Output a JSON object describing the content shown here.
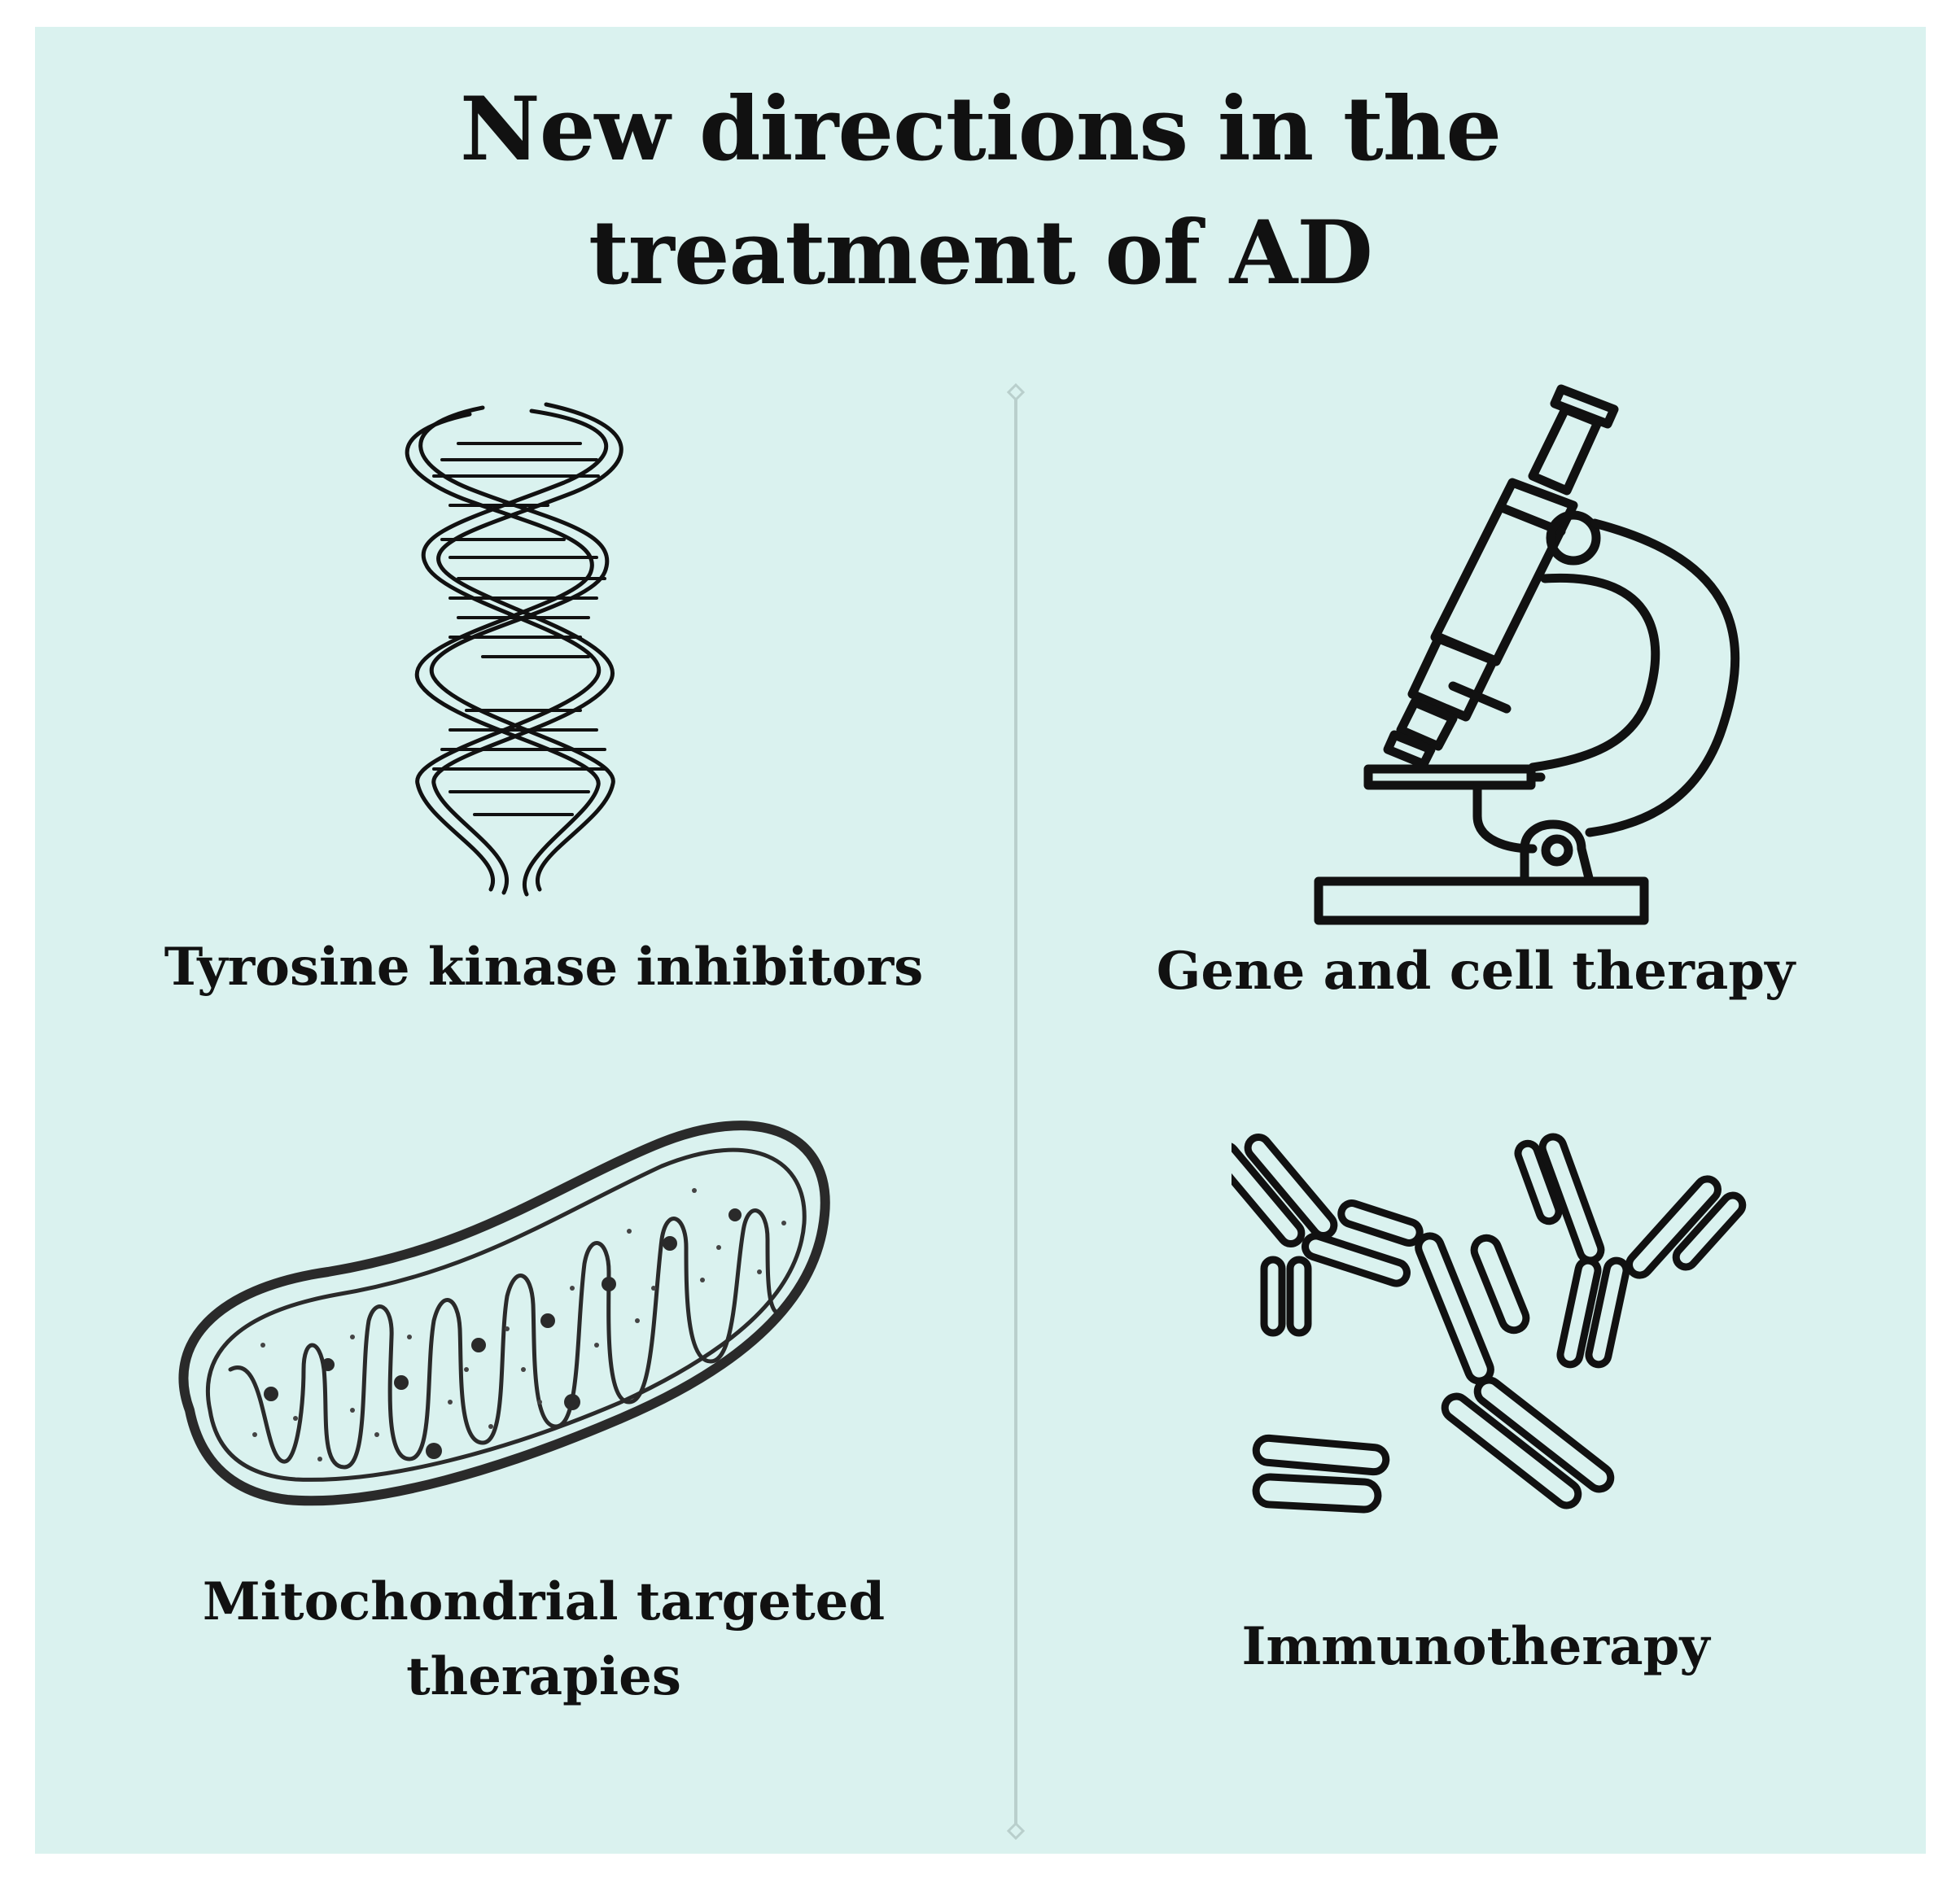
{
  "title": {
    "line1": "New directions in the",
    "line2": "treatment of AD"
  },
  "quadrants": [
    {
      "label": "Tyrosine kinase inhibitors",
      "icon": "dna-helix-icon"
    },
    {
      "label": "Gene and cell therapy",
      "icon": "microscope-icon"
    },
    {
      "label_line1": "Mitochondrial targeted",
      "label_line2": "therapies",
      "icon": "mitochondrion-icon"
    },
    {
      "label": "Immunotherapy",
      "icon": "antibody-icon"
    }
  ],
  "colors": {
    "background": "#daf2ef",
    "ink": "#111111",
    "divider": "#b9cfcc"
  }
}
